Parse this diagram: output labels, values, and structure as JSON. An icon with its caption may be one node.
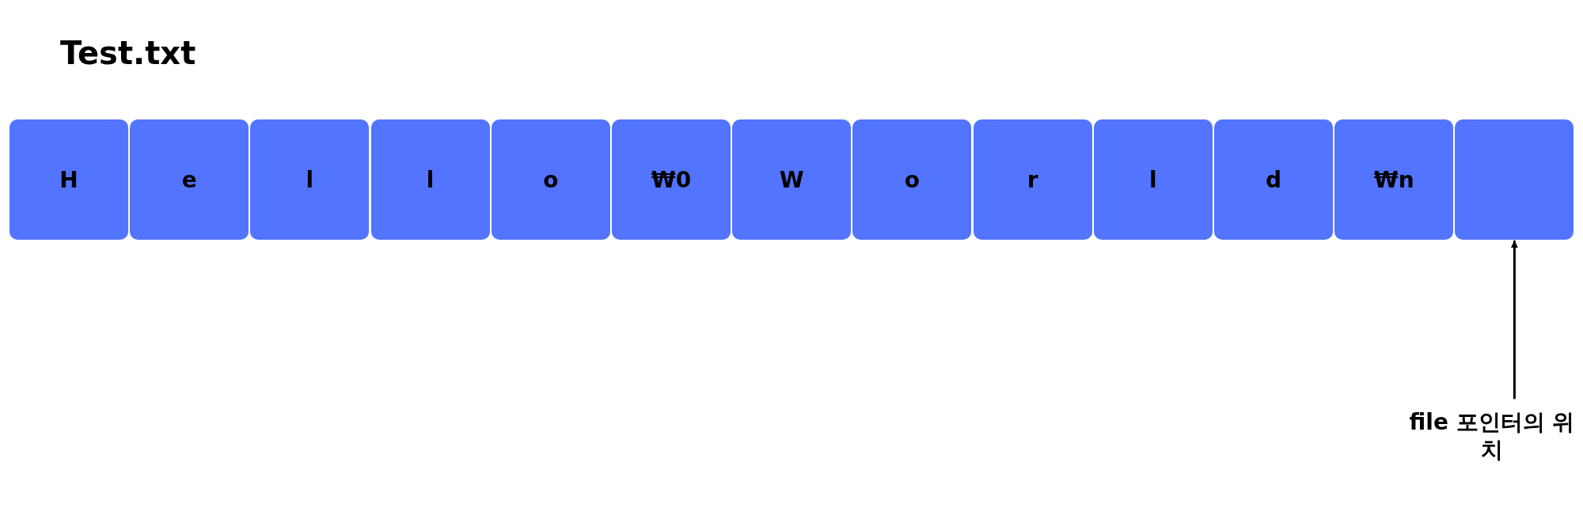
{
  "diagram": {
    "title": "Test.txt",
    "nodes": [
      {
        "text": [
          "H"
        ]
      },
      {
        "text": [
          "e"
        ]
      },
      {
        "text": [
          "l"
        ]
      },
      {
        "text": [
          "l"
        ]
      },
      {
        "text": [
          "o"
        ]
      },
      {
        "text": [
          "₩0"
        ]
      },
      {
        "text": [
          "W"
        ]
      },
      {
        "text": [
          "o"
        ]
      },
      {
        "text": [
          "r"
        ]
      },
      {
        "text": [
          "l"
        ]
      },
      {
        "text": [
          "d"
        ]
      },
      {
        "text": [
          "₩n"
        ]
      },
      {
        "text": [],
        "shape": "box"
      },
      {
        "text": [
          "file 포인터의 위치"
        ]
      }
    ],
    "edges": [
      {
        "from": 13,
        "to": 12,
        "arrow": "to"
      }
    ]
  }
}
